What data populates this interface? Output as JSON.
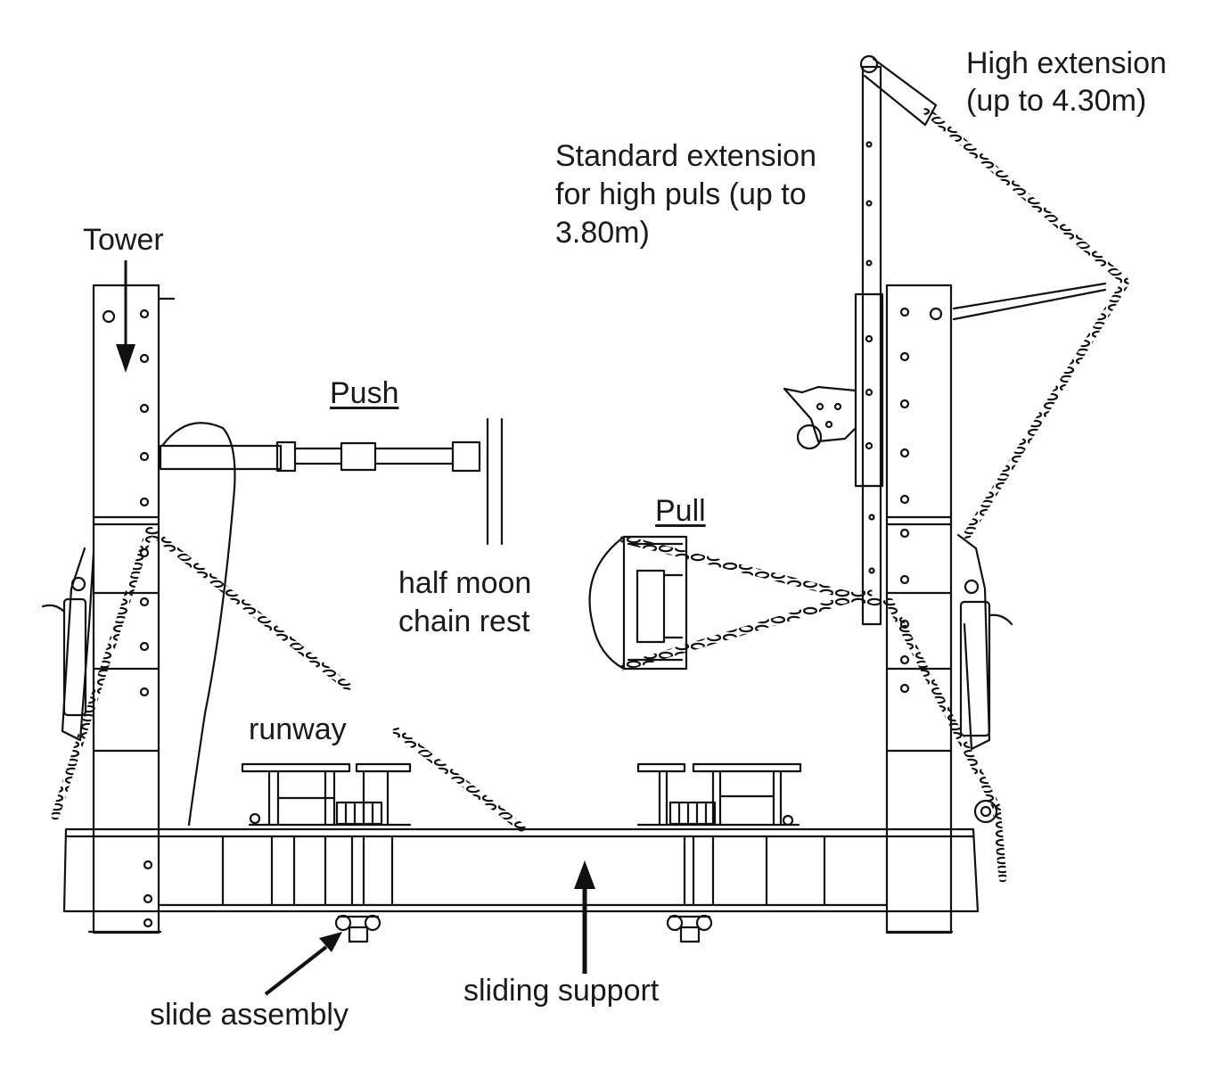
{
  "labels": {
    "tower": "Tower",
    "push": "Push",
    "pull": "Pull",
    "half_moon_line1": "half moon",
    "half_moon_line2": "chain rest",
    "runway": "runway",
    "standard_ext_line1": "Standard extension",
    "standard_ext_line2": "for high puls (up to",
    "standard_ext_line3": "3.80m)",
    "high_ext_line1": "High extension",
    "high_ext_line2": "(up to 4.30m)",
    "sliding_support": "sliding support",
    "slide_assembly": "slide assembly"
  }
}
